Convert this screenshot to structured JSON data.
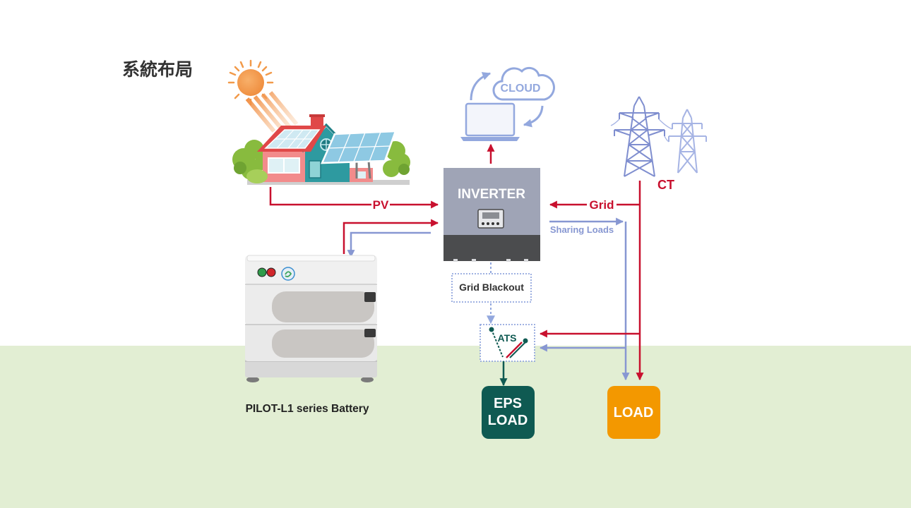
{
  "title": "系統布局",
  "labels": {
    "pv": "PV",
    "inverter": "INVERTER",
    "cloud": "CLOUD",
    "grid": "Grid",
    "ct": "CT",
    "sharing_loads": "Sharing Loads",
    "grid_blackout": "Grid Blackout",
    "ats": "ATS",
    "battery": "PILOT-L1 series Battery"
  },
  "eps_load": {
    "lines": [
      "EPS",
      "LOAD"
    ]
  },
  "load": "LOAD",
  "icons": {
    "sun": "sun-icon",
    "house": "solar-house-icon",
    "laptop": "laptop-icon",
    "cloud": "cloud-icon",
    "towers": "power-tower-icon",
    "battery": "battery-icon",
    "inverter_display": "inverter-display-icon",
    "ats_switch": "transfer-switch-icon"
  },
  "colors": {
    "power_flow_red": "#c8102e",
    "sharing_blue": "#8797d2",
    "icon_blue": "#93a8de",
    "eps_teal": "#0f5a52",
    "load_orange": "#f39800",
    "ground_green": "#e2eed3",
    "inverter_body": "#9fa4b6",
    "inverter_base": "#4b4c4e"
  }
}
